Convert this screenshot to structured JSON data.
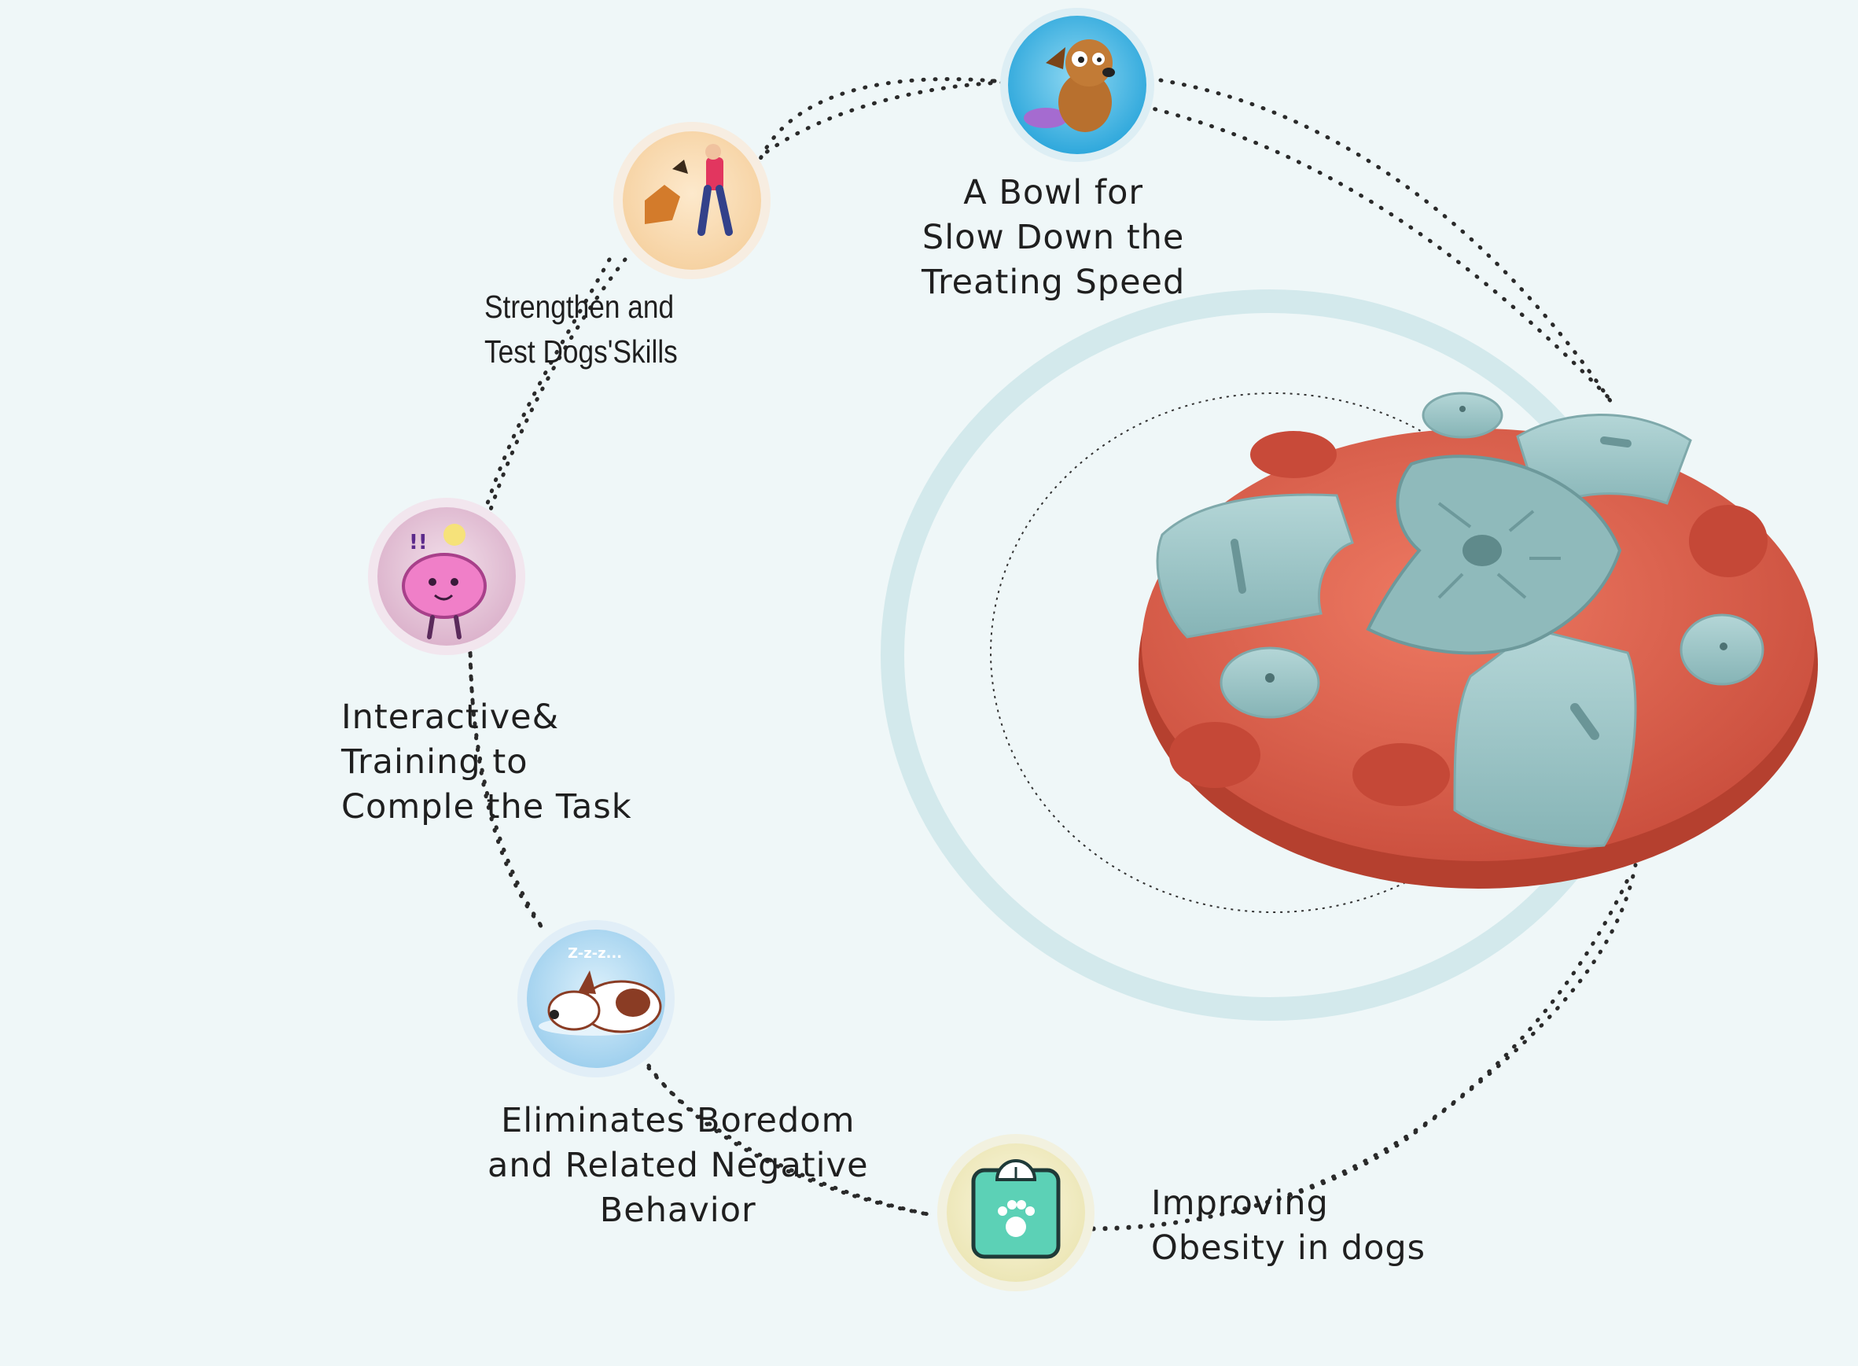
{
  "features": [
    {
      "id": "slow-bowl",
      "icon": "dog-with-bowl-icon",
      "lines": [
        "A Bowl for",
        "Slow Down the",
        "Treating Speed"
      ]
    },
    {
      "id": "skills",
      "icon": "dog-training-icon",
      "lines": [
        "Strengthen and",
        "Test Dogs'Skills"
      ]
    },
    {
      "id": "interactive",
      "icon": "brain-idea-icon",
      "lines": [
        "Interactive&",
        "Training to",
        "Comple the Task"
      ]
    },
    {
      "id": "boredom",
      "icon": "sleeping-dog-icon",
      "lines": [
        "Eliminates Boredom",
        "and Related Negative",
        "Behavior"
      ]
    },
    {
      "id": "obesity",
      "icon": "weight-scale-icon",
      "lines": [
        "Improving",
        "Obesity in dogs"
      ]
    }
  ],
  "icon_texts": {
    "sleep": "Z-z-z...",
    "alert": "!!"
  },
  "colors": {
    "background": "#eff7f8",
    "product_red": "#e0654f",
    "product_teal": "#9dc6c7",
    "ring": "#d3e9ec",
    "dots": "#2a2a2a"
  }
}
